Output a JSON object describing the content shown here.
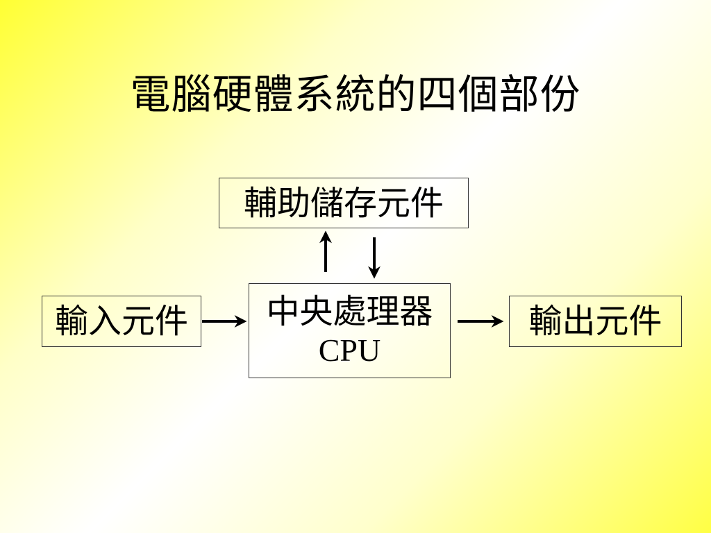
{
  "title": "電腦硬體系統的四個部份",
  "nodes": {
    "storage": "輔助儲存元件",
    "input": "輸入元件",
    "cpu": "中央處理器",
    "cpu_sub": "CPU",
    "output": "輸出元件"
  },
  "edges": [
    {
      "from": "cpu",
      "to": "storage"
    },
    {
      "from": "storage",
      "to": "cpu"
    },
    {
      "from": "input",
      "to": "cpu"
    },
    {
      "from": "cpu",
      "to": "output"
    }
  ],
  "colors": {
    "background_corner": "#ffff33",
    "background_center": "#ffffff",
    "border": "#333333",
    "text": "#000000"
  }
}
